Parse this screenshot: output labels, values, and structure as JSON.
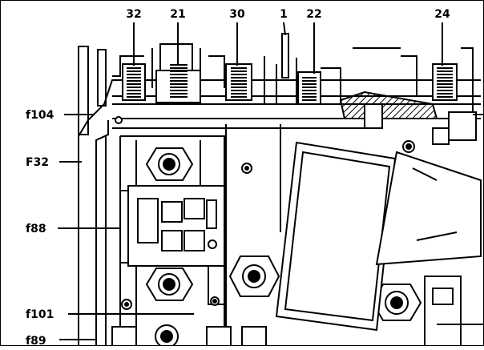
{
  "diagram": {
    "top_labels": [
      {
        "id": "32",
        "text": "32"
      },
      {
        "id": "21",
        "text": "21"
      },
      {
        "id": "30",
        "text": "30"
      },
      {
        "id": "1",
        "text": "1"
      },
      {
        "id": "22",
        "text": "22"
      },
      {
        "id": "24",
        "text": "24"
      }
    ],
    "side_labels": [
      {
        "id": "f104",
        "text": "f104"
      },
      {
        "id": "F32",
        "text": "F32"
      },
      {
        "id": "f88",
        "text": "f88"
      },
      {
        "id": "f101",
        "text": "f101"
      },
      {
        "id": "f89",
        "text": "f89"
      }
    ]
  }
}
